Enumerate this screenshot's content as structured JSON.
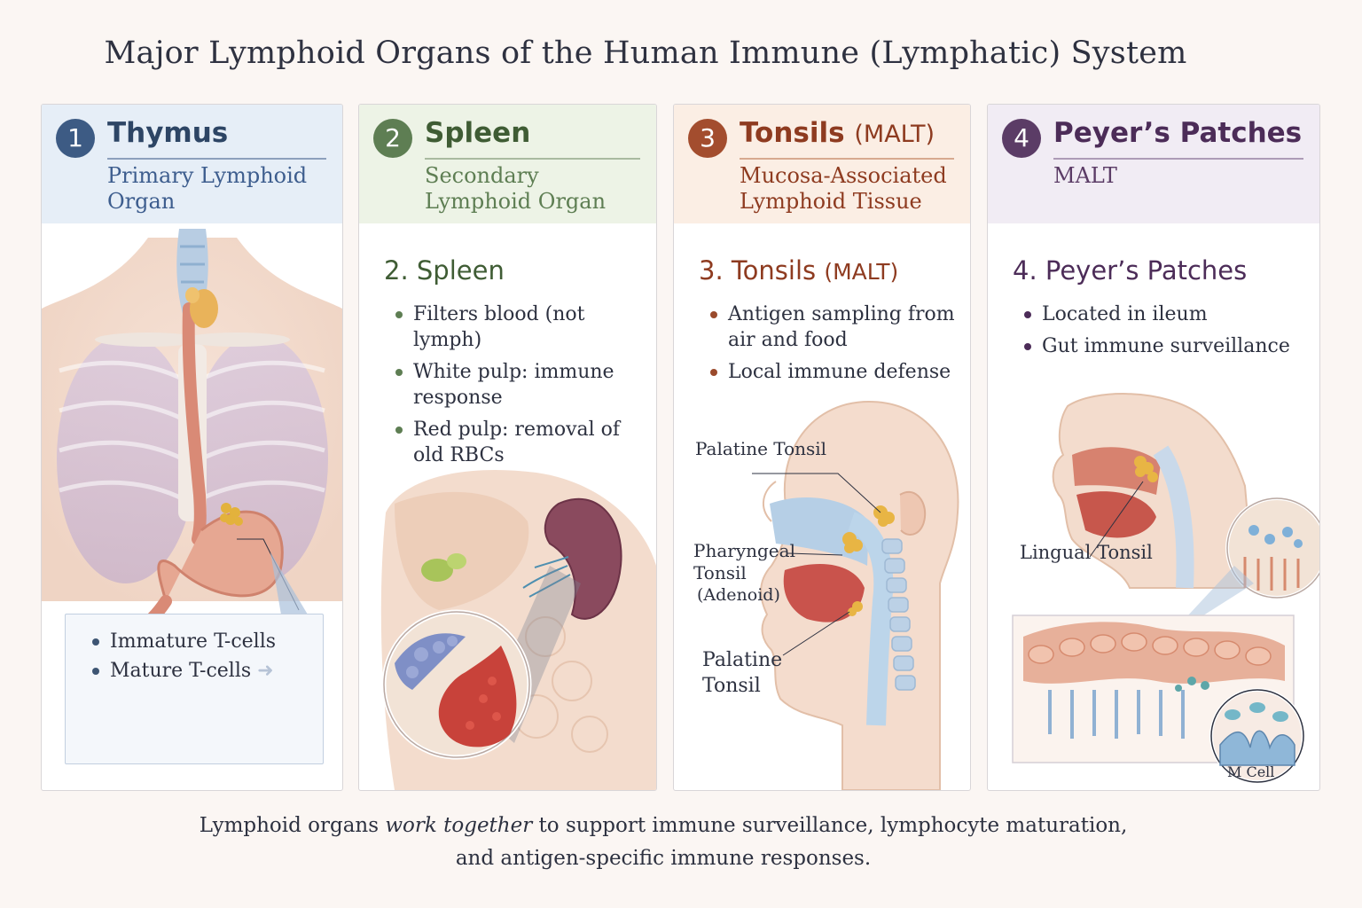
{
  "title": "Major Lymphoid Organs of the Human Immune (Lymphatic) System",
  "panels": [
    {
      "number": "1",
      "title": "Thymus",
      "subtitle": "Primary Lymphoid Organ",
      "tcell_items": [
        "Immature T-cells",
        "Mature T-cells"
      ]
    },
    {
      "number": "2",
      "title": "Spleen",
      "subtitle": "Secondary Lymphoid Organ",
      "section_title": "2. Spleen",
      "bullets": [
        "Filters blood (not lymph)",
        "White pulp: immune response",
        "Red pulp: removal of old RBCs"
      ]
    },
    {
      "number": "3",
      "title": "Tonsils",
      "title_suffix": "(MALT)",
      "subtitle": "Mucosa-Associated Lymphoid Tissue",
      "section_title": "3. Tonsils",
      "section_suffix": "(MALT)",
      "bullets": [
        "Antigen sampling from air and food",
        "Local immune defense"
      ],
      "labels": {
        "palatine_top": "Palatine Tonsil",
        "pharyngeal": "Pharyngeal Tonsil",
        "adenoid": "(Adenoid)",
        "palatine_bottom": "Palatine Tonsil"
      }
    },
    {
      "number": "4",
      "title": "Peyer’s Patches",
      "subtitle": "MALT",
      "section_title": "4. Peyer’s Patches",
      "bullets": [
        "Located in ileum",
        "Gut immune surveillance"
      ],
      "labels": {
        "lingual": "Lingual Tonsil",
        "mcell": "M Cell"
      }
    }
  ],
  "footer": {
    "line1_a": "Lymphoid organs ",
    "line1_em": "work together",
    "line1_b": " to support immune surveillance, lymphocyte maturation,",
    "line2": "and antigen-specific immune responses."
  },
  "colors": {
    "thymus": "#3d5b84",
    "spleen": "#5e7e53",
    "tonsils": "#a34d2e",
    "peyers": "#5b3c66"
  }
}
